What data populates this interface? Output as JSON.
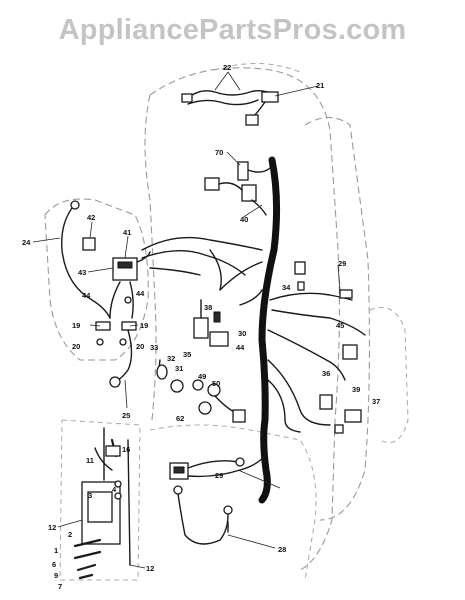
{
  "watermark": "AppliancePartsPros.com",
  "callouts": {
    "c22": "22",
    "c21": "21",
    "c70": "70",
    "c40": "40",
    "c42": "42",
    "c41": "41",
    "c24": "24",
    "c43": "43",
    "c44a": "44",
    "c44b": "44",
    "c29": "29",
    "c34": "34",
    "c19a": "19",
    "c19b": "19",
    "c20a": "20",
    "c20b": "20",
    "c38": "38",
    "c30": "30",
    "c33": "33",
    "c35": "35",
    "c32": "32",
    "c31": "31",
    "c49": "49",
    "c50": "50",
    "c45": "45",
    "c36": "36",
    "c39": "39",
    "c37": "37",
    "c25": "25",
    "c62": "62",
    "c16": "16",
    "c11": "11",
    "c29b": "29",
    "c3": "3",
    "c4": "4",
    "c12a": "12",
    "c2": "2",
    "c1": "1",
    "c6": "6",
    "c9": "9",
    "c7": "7",
    "c12b": "12",
    "c28": "28"
  }
}
